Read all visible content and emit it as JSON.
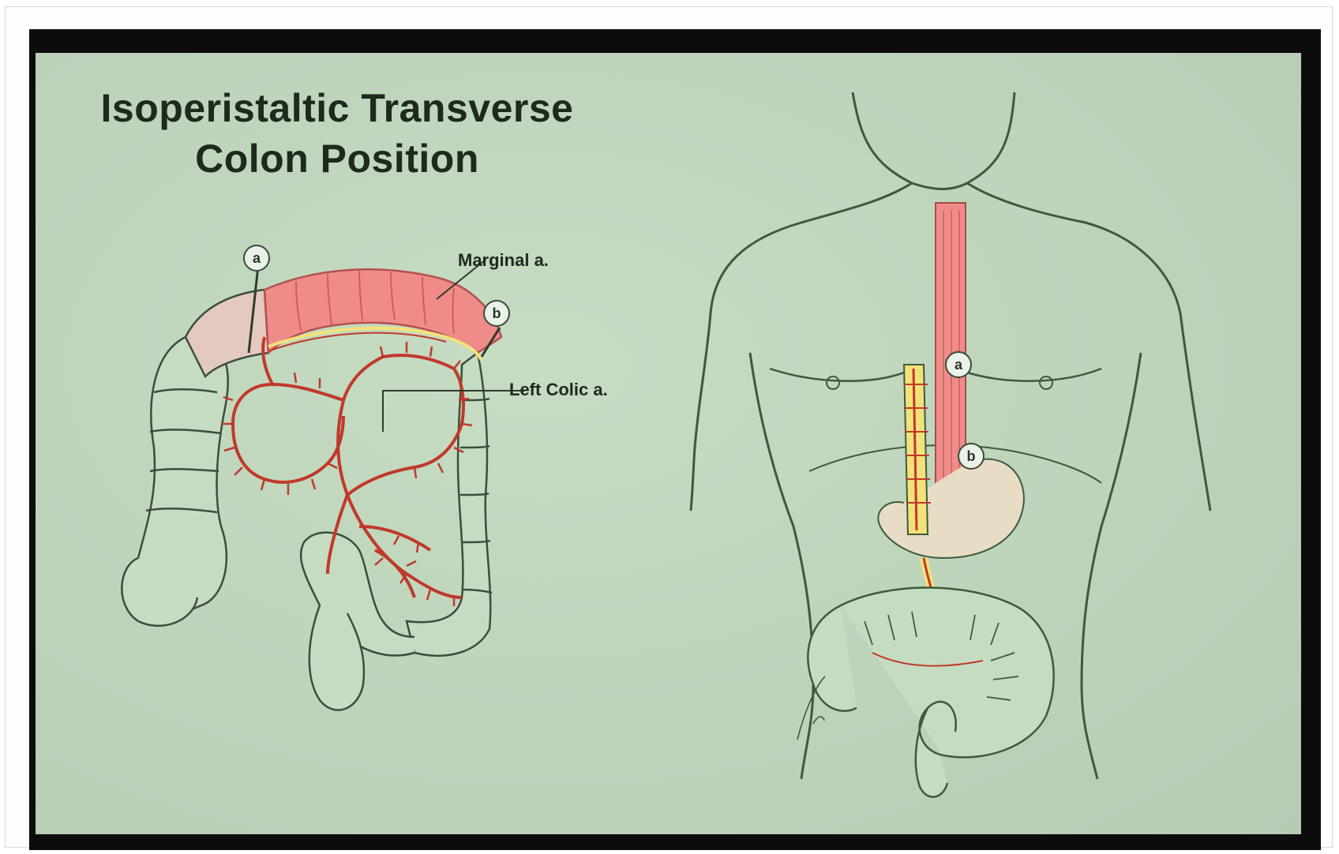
{
  "title": {
    "line1": "Isoperistaltic Transverse",
    "line2": "Colon Position"
  },
  "labels": {
    "marginal": "Marginal a.",
    "left_colic": "Left Colic a."
  },
  "markers": {
    "a": "a",
    "b": "b"
  },
  "colors": {
    "slide_border": "#0c0c0c",
    "background": "#bfd6bd",
    "outline": "#3d5a3c",
    "colon_highlight": "#ef8c8a",
    "artery": "#c0392b",
    "fat": "#f3e27a"
  }
}
